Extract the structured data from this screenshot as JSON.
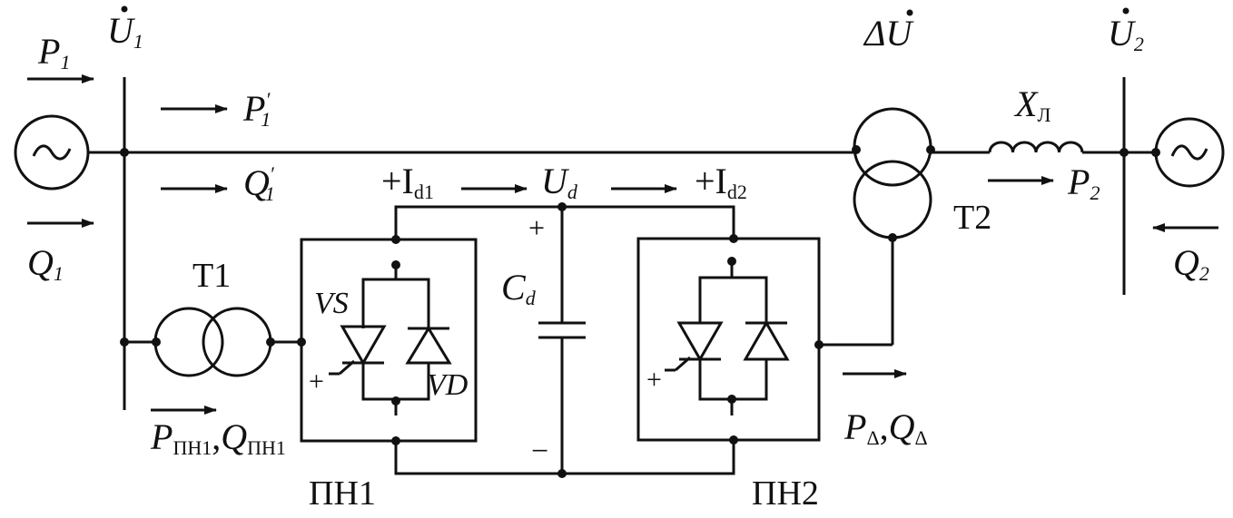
{
  "colors": {
    "ink": "#111111",
    "paper": "#ffffff"
  },
  "labels": {
    "u1": "U",
    "u1_sub": "1",
    "p1": "P",
    "p1_sub": "1",
    "q1": "Q",
    "q1_sub": "1",
    "p1p": "P",
    "p1p_sup": "′",
    "p1p_sub": "1",
    "q1p": "Q",
    "q1p_sup": "′",
    "q1p_sub": "1",
    "t1": "T1",
    "t2": "T2",
    "p_pn1": "P",
    "p_pn1_sub": "ПН1",
    "comma": ",",
    "q_pn1": "Q",
    "q_pn1_sub": "ПН1",
    "pn1": "ПН1",
    "pn2": "ПН2",
    "vs": "VS",
    "vd": "VD",
    "id1": "+I",
    "id1_sub": "d1",
    "ud": "U",
    "ud_sub": "d",
    "id2": "+I",
    "id2_sub": "d2",
    "cd": "C",
    "cd_sub": "d",
    "plus": "+",
    "minus": "−",
    "du": "ΔU",
    "u2": "U",
    "u2_sub": "2",
    "xl": "X",
    "xl_sub": "Л",
    "p2": "P",
    "p2_sub": "2",
    "q2": "Q",
    "q2_sub": "2",
    "pd": "P",
    "pd_sub": "Δ",
    "qd": "Q",
    "qd_sub": "Δ",
    "gate_plus": "+"
  },
  "icons": {
    "source": "ac-source-icon",
    "transformer": "transformer-icon",
    "thyristor": "thyristor-icon",
    "diode": "diode-icon",
    "capacitor": "capacitor-icon",
    "inductor": "inductor-icon"
  }
}
